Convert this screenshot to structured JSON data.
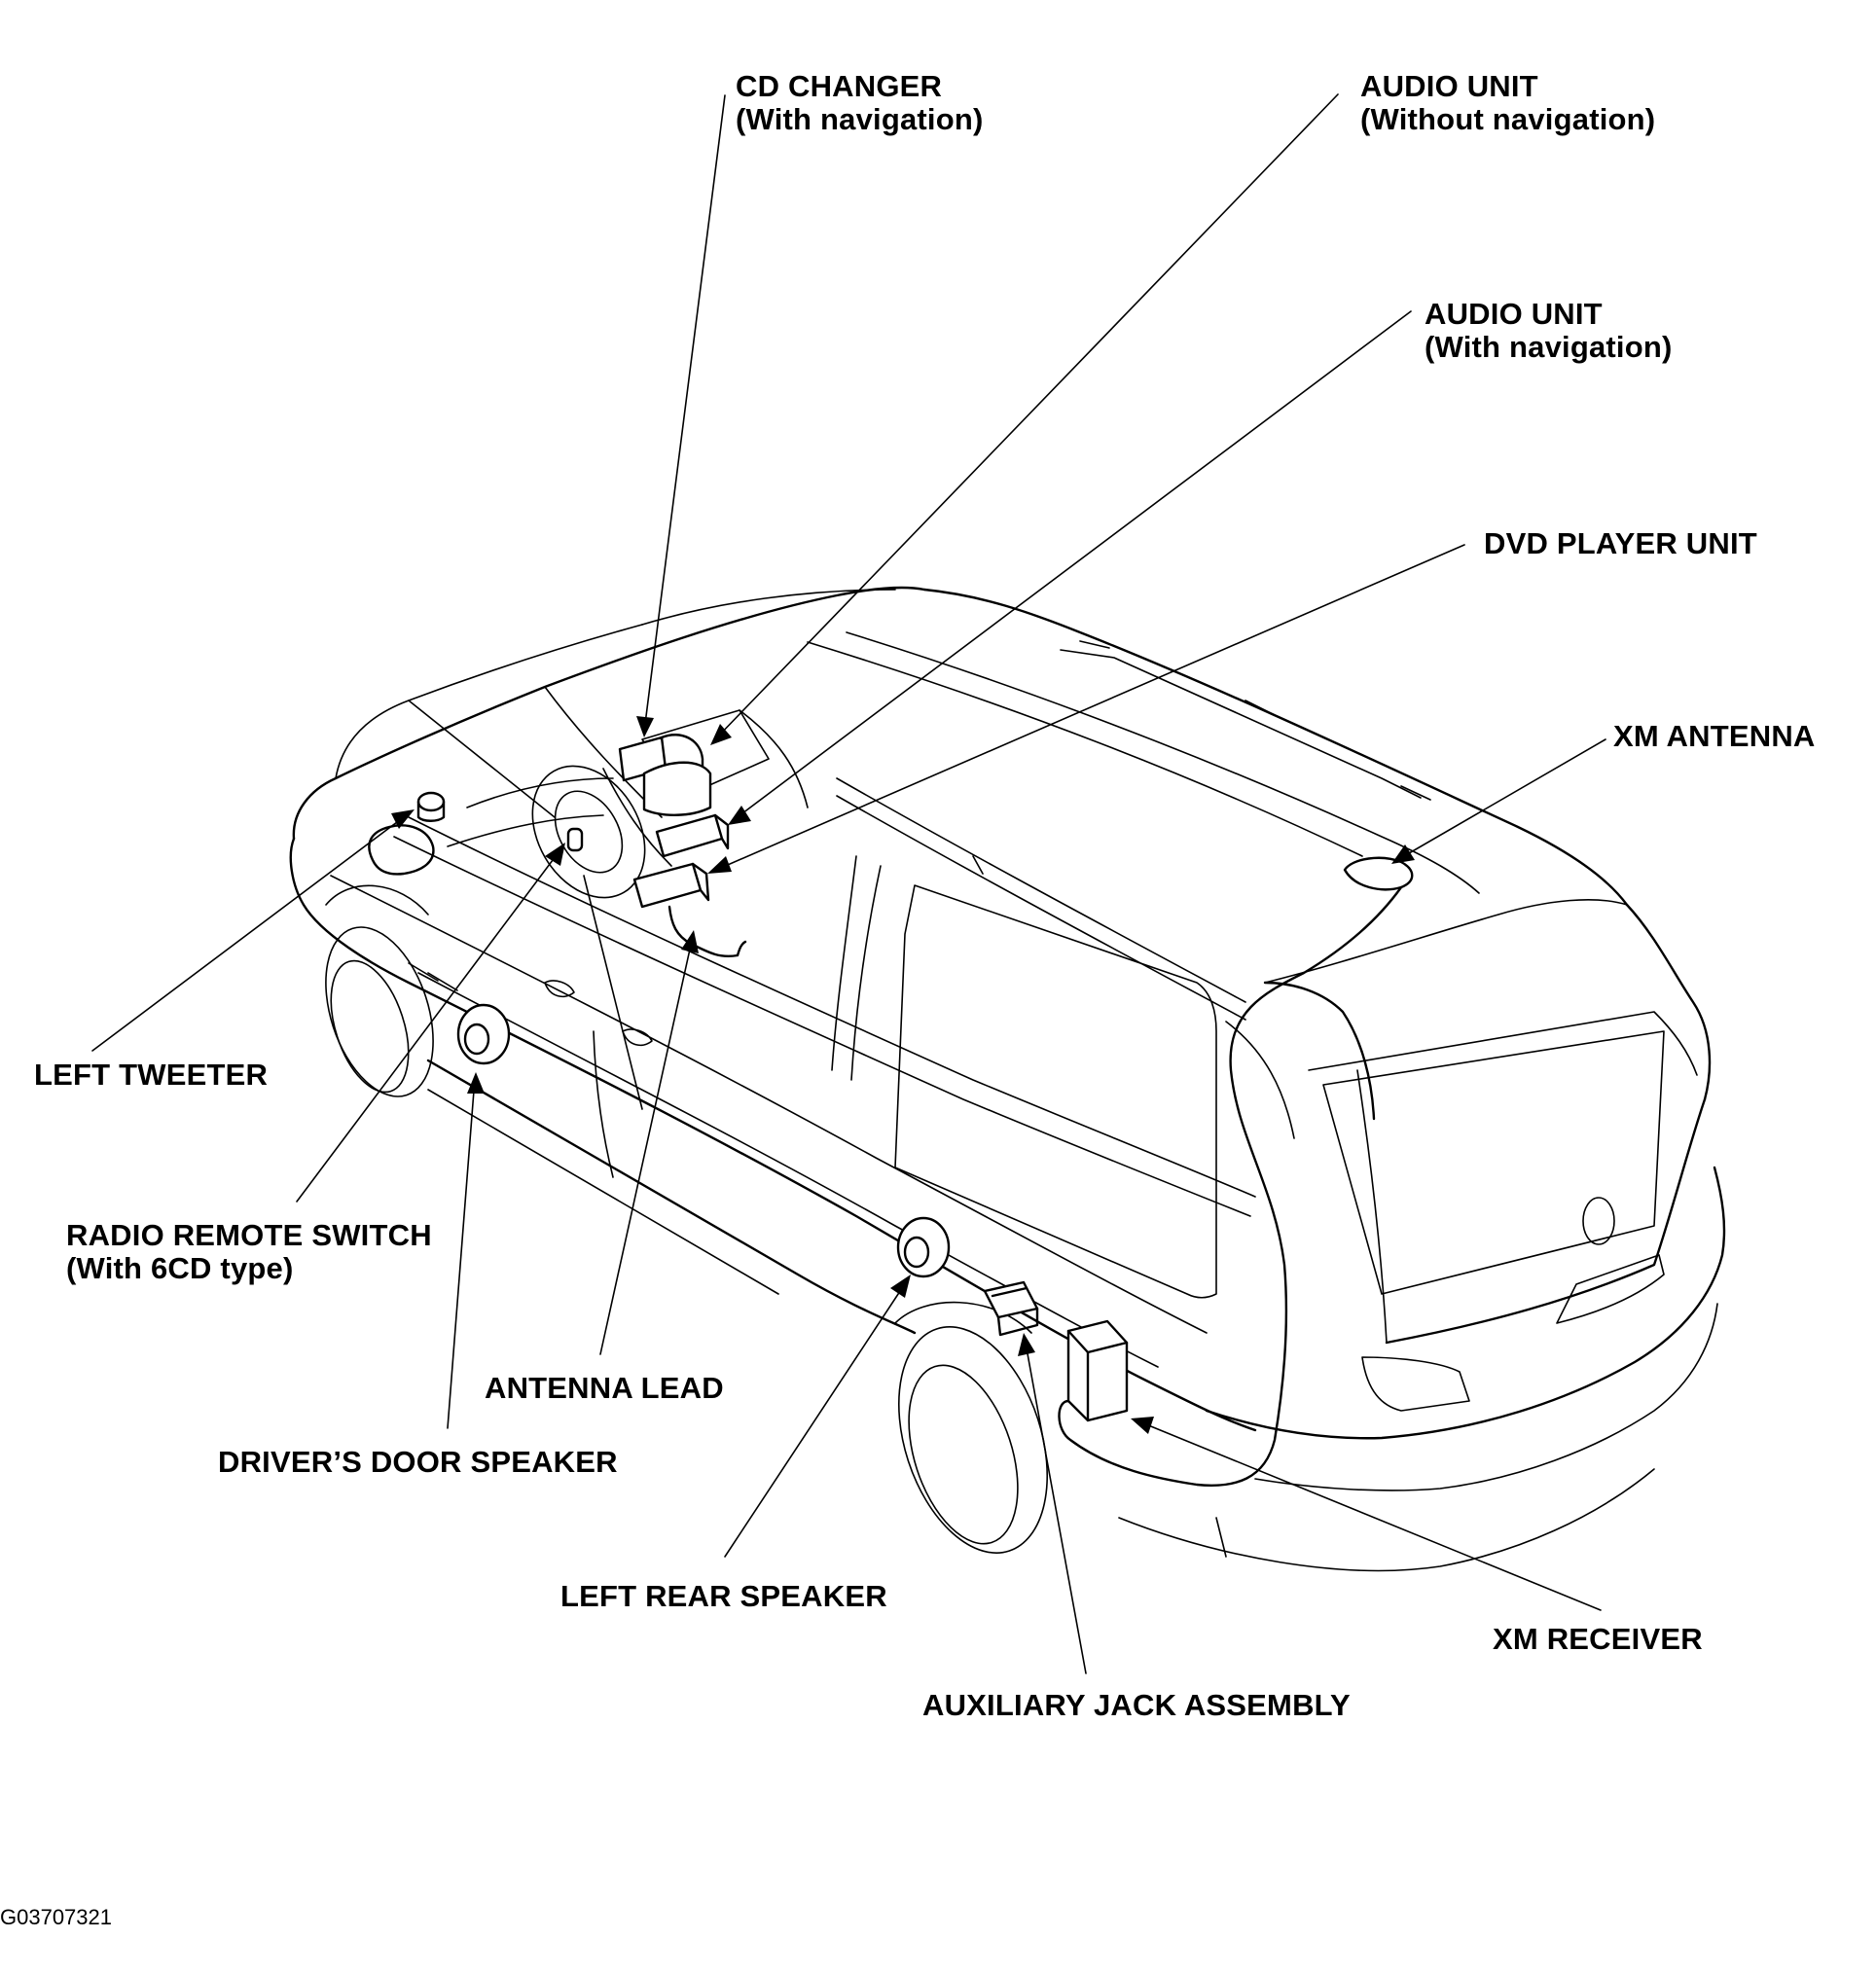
{
  "labels": {
    "cd_changer": {
      "line1": "CD CHANGER",
      "line2": "(With navigation)"
    },
    "audio_unit_without_nav": {
      "line1": "AUDIO UNIT",
      "line2": "(Without navigation)"
    },
    "audio_unit_with_nav": {
      "line1": "AUDIO UNIT",
      "line2": "(With navigation)"
    },
    "dvd_player_unit": {
      "line1": "DVD PLAYER UNIT"
    },
    "xm_antenna": {
      "line1": "XM ANTENNA"
    },
    "left_tweeter": {
      "line1": "LEFT TWEETER"
    },
    "radio_remote_switch": {
      "line1": "RADIO REMOTE SWITCH",
      "line2": "(With 6CD type)"
    },
    "antenna_lead": {
      "line1": "ANTENNA LEAD"
    },
    "drivers_door_speaker": {
      "line1": "DRIVER’S DOOR SPEAKER"
    },
    "left_rear_speaker": {
      "line1": "LEFT REAR SPEAKER"
    },
    "xm_receiver": {
      "line1": "XM RECEIVER"
    },
    "auxiliary_jack_assembly": {
      "line1": "AUXILIARY JACK ASSEMBLY"
    }
  },
  "figure_id": "G03707321"
}
